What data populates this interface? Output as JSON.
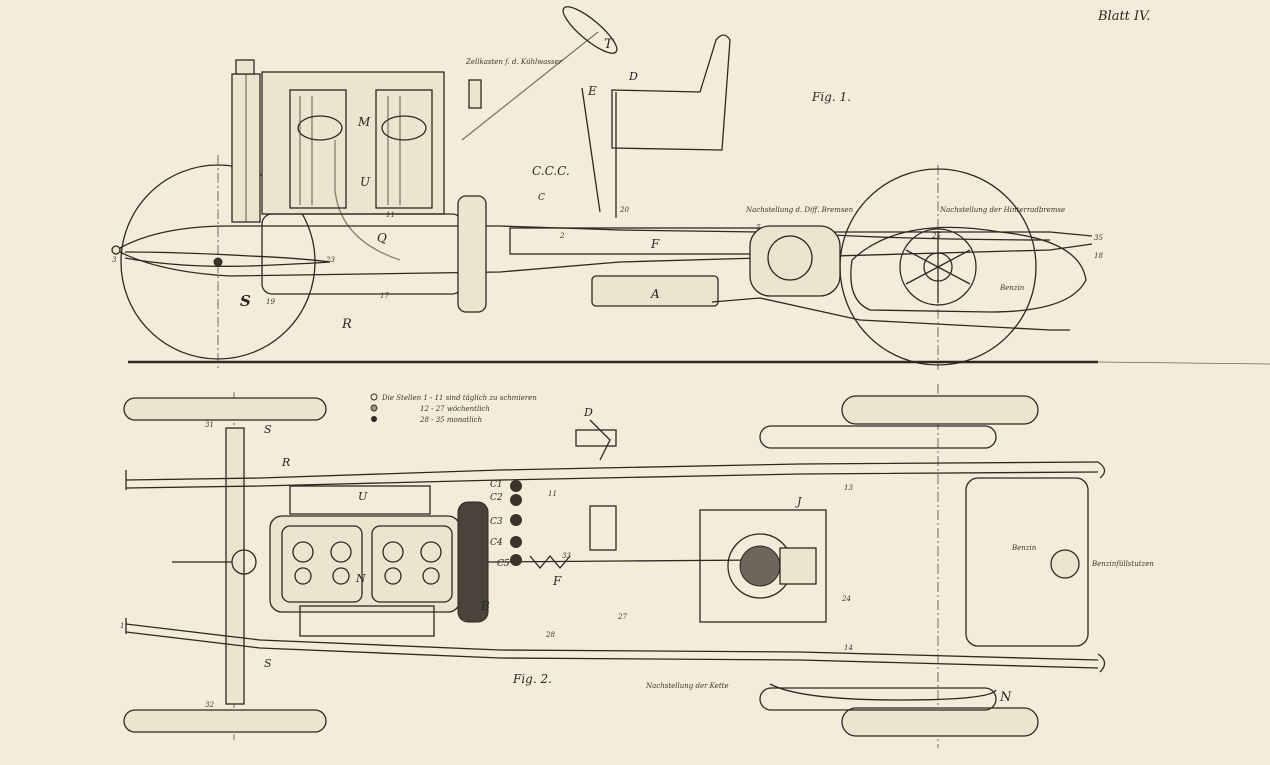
{
  "sheet": {
    "title": "Blatt IV."
  },
  "fig1": {
    "caption": "Fig. 1.",
    "letters": {
      "T": "T",
      "D": "D",
      "E": "E",
      "M": "M",
      "U": "U",
      "Q": "Q",
      "CCC": "C.C.C.",
      "F": "F",
      "A": "A",
      "S": "S",
      "R": "R",
      "C": "C"
    },
    "notes": {
      "top": "Zellkasten f. d. Kühlwasser",
      "differential": "Nachstellung d. Diff. Bremsen",
      "wheel": "Nachstellung der Hinterradbremse",
      "tank": "Benzin"
    },
    "numbers": {
      "n11": "11",
      "n19": "19",
      "n17": "17",
      "n35": "35",
      "n18": "18",
      "n20": "20",
      "n25": "25",
      "n3": "3",
      "n7": "7",
      "n2": "2",
      "n23": "23"
    }
  },
  "fig2": {
    "caption": "Fig. 2.",
    "letters": {
      "D": "D",
      "S_top": "S",
      "S_bottom": "S",
      "R": "R",
      "U": "U",
      "N_engine": "N",
      "B": "B",
      "F": "F",
      "J": "J",
      "N_chain": "N",
      "C1": "C1",
      "C2": "C2",
      "C3": "C3",
      "C4": "C4",
      "C5": "C5"
    },
    "notes": {
      "chain": "Nachstellung der Kette",
      "tank": "Benzin",
      "filler": "Benzinfüllstutzen"
    },
    "legend": [
      "Die Stellen 1 - 11 sind täglich zu schmieren",
      "12 - 27 wöchentlich",
      "28 - 35 monatlich"
    ],
    "numbers": {
      "n31": "31",
      "n32": "32",
      "n1": "1",
      "n11": "11",
      "n13": "13",
      "n14": "14",
      "n24": "24",
      "n27": "27",
      "n28": "28",
      "n33": "33"
    }
  }
}
